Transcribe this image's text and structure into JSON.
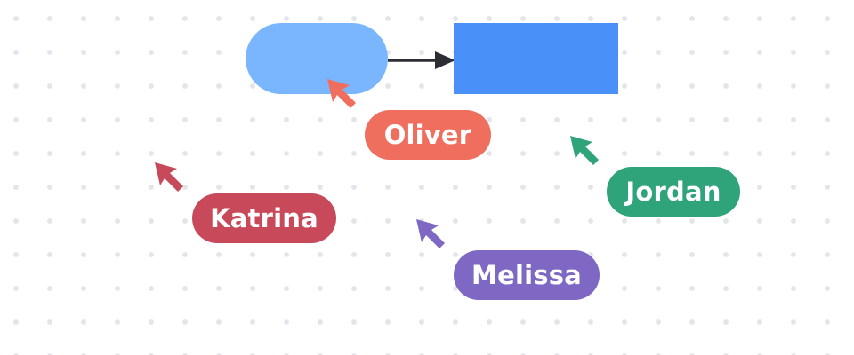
{
  "canvas": {
    "background": "#ffffff",
    "dot_color": "#e3e5ea"
  },
  "shapes": {
    "pill": {
      "fill": "#7ab6fd"
    },
    "rectangle": {
      "fill": "#4a90f9"
    },
    "connector": {
      "color": "#2b2f33",
      "direction": "pill-to-rectangle"
    }
  },
  "collaborators": [
    {
      "name": "Oliver",
      "color": "#ef6e5e",
      "icon": "cursor-arrow-icon"
    },
    {
      "name": "Jordan",
      "color": "#2fa37a",
      "icon": "cursor-arrow-icon"
    },
    {
      "name": "Katrina",
      "color": "#c7495a",
      "icon": "cursor-arrow-icon"
    },
    {
      "name": "Melissa",
      "color": "#7e68c4",
      "icon": "cursor-arrow-icon"
    }
  ]
}
